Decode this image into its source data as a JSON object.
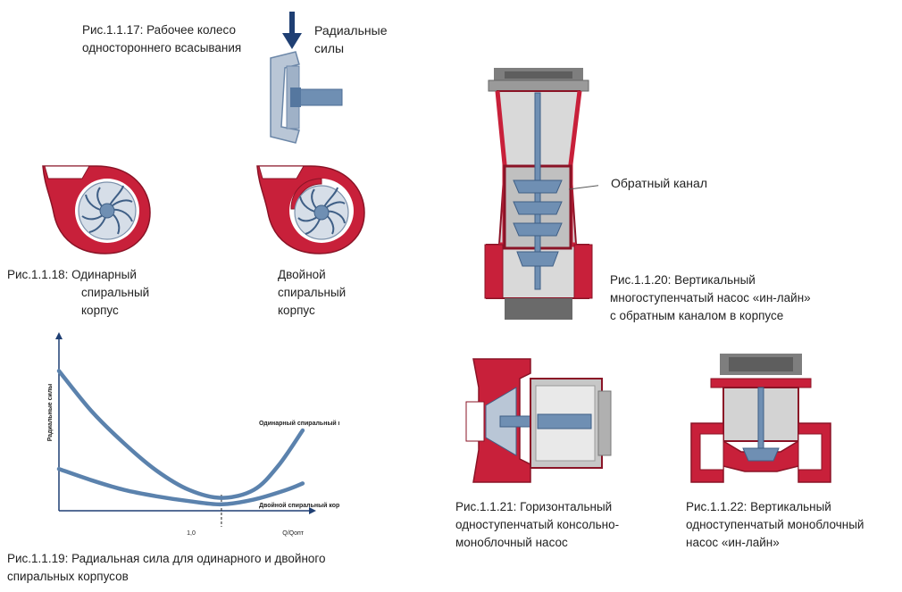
{
  "fig17": {
    "caption": [
      "Рис.1.1.17: Рабочее колесо",
      "одностороннего всасывания"
    ],
    "force_label": [
      "Радиальные",
      "силы"
    ]
  },
  "fig18": {
    "caption": [
      "Рис.1.1.18: Одинарный",
      "спиральный",
      "корпус"
    ]
  },
  "fig18b": {
    "caption": [
      "Двойной",
      "спиральный",
      "корпус"
    ]
  },
  "fig19": {
    "caption": [
      "Рис.1.1.19: Радиальная сила для одинарного и двойного",
      "спиральных корпусов"
    ]
  },
  "fig20": {
    "callout": "Обратный канал",
    "caption": [
      "Рис.1.1.20: Вертикальный",
      "многоступенчатый насос «ин-лайн»",
      "с обратным каналом в корпусе"
    ]
  },
  "fig21": {
    "caption": [
      "Рис.1.1.21: Горизонтальный",
      "одноступенчатый консольно-",
      "моноблочный насос"
    ]
  },
  "fig22": {
    "caption": [
      "Рис.1.1.22: Вертикальный",
      "одноступенчатый моноблочный",
      "насос «ин-лайн»"
    ]
  },
  "colors": {
    "casing_red": "#c8203a",
    "impeller_blue": "#6f8fb3",
    "curve_blue": "#5b82ad",
    "gray": "#8c8c8c"
  },
  "chart_data": {
    "type": "line",
    "title": "",
    "ylabel": "Радиальные силы",
    "xlabel": "Q/Qопт",
    "x_ticks": [
      "1,0"
    ],
    "xlim": [
      0,
      1.55
    ],
    "ylim": [
      0,
      1
    ],
    "series": [
      {
        "name": "Одинарный спиральный корпус",
        "x": [
          0,
          0.2,
          0.4,
          0.6,
          0.8,
          1.0,
          1.2,
          1.35,
          1.5
        ],
        "y": [
          0.87,
          0.62,
          0.42,
          0.25,
          0.13,
          0.08,
          0.13,
          0.28,
          0.5
        ]
      },
      {
        "name": "Двойной спиральный корпус",
        "x": [
          0,
          0.2,
          0.4,
          0.6,
          0.8,
          1.0,
          1.2,
          1.4,
          1.5
        ],
        "y": [
          0.26,
          0.19,
          0.13,
          0.09,
          0.06,
          0.04,
          0.07,
          0.13,
          0.17
        ]
      }
    ]
  }
}
